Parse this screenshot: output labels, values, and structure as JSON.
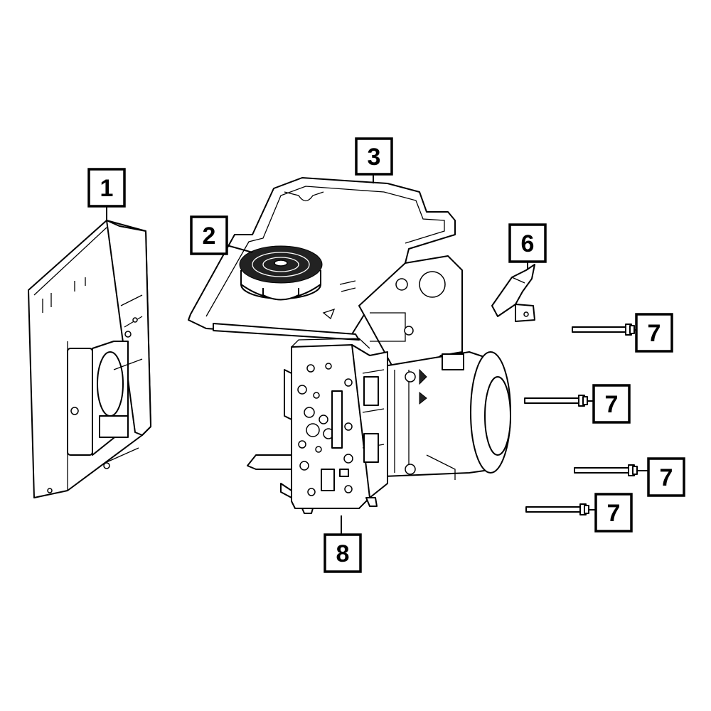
{
  "callouts": {
    "c1": "1",
    "c2": "2",
    "c3": "3",
    "c6": "6",
    "c7a": "7",
    "c7b": "7",
    "c7c": "7",
    "c7d": "7",
    "c8": "8"
  }
}
